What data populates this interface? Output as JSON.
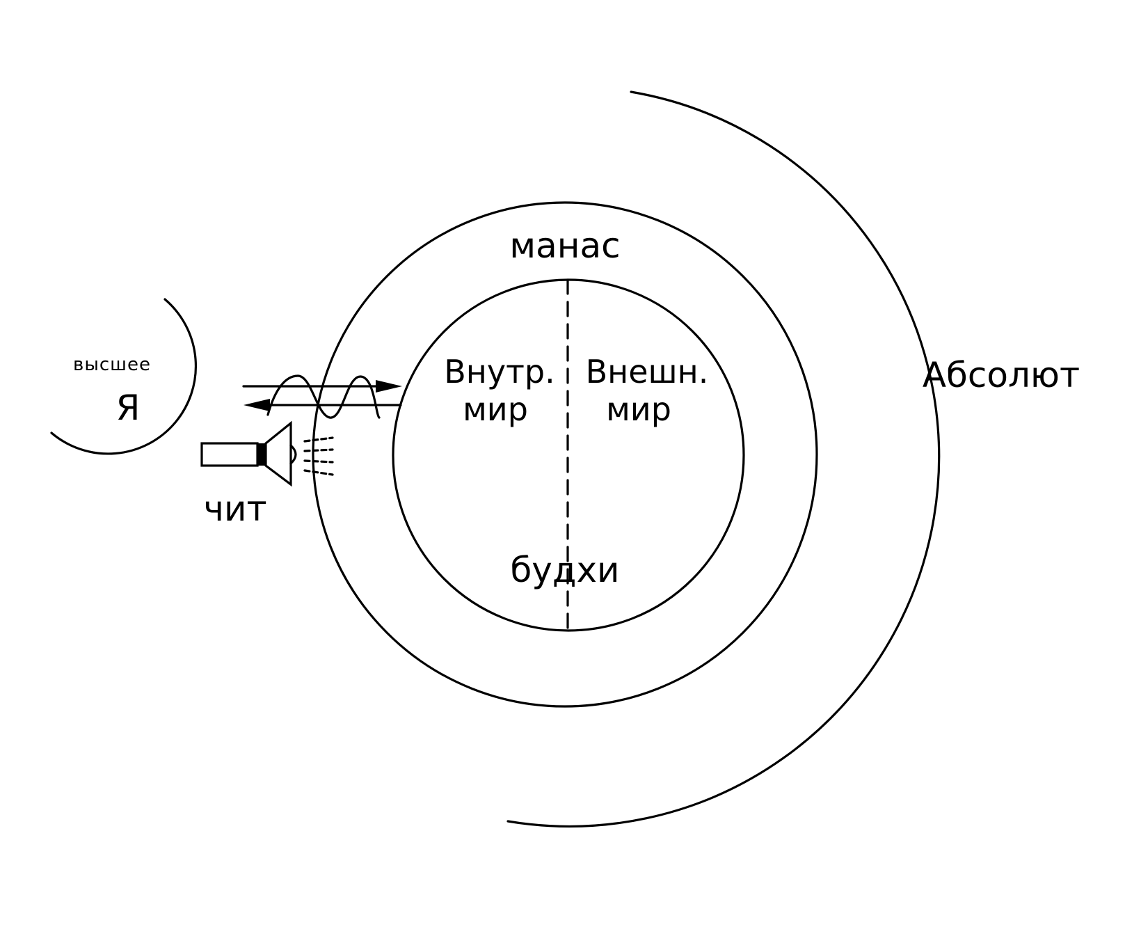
{
  "labels": {
    "manas": "манас",
    "inner_world_line1": "Внутр.",
    "inner_world_line2": "мир",
    "outer_world_line1": "Внешн.",
    "outer_world_line2": "мир",
    "buddhi": "будхи",
    "absolute": "Абсолют",
    "higher_self_line1": "высшее",
    "higher_self_line2": "Я",
    "chit": "чит"
  },
  "colors": {
    "ink": "#000000",
    "background": "#ffffff"
  },
  "icons": {
    "flashlight": "flashlight-icon",
    "wave": "wave-icon"
  }
}
